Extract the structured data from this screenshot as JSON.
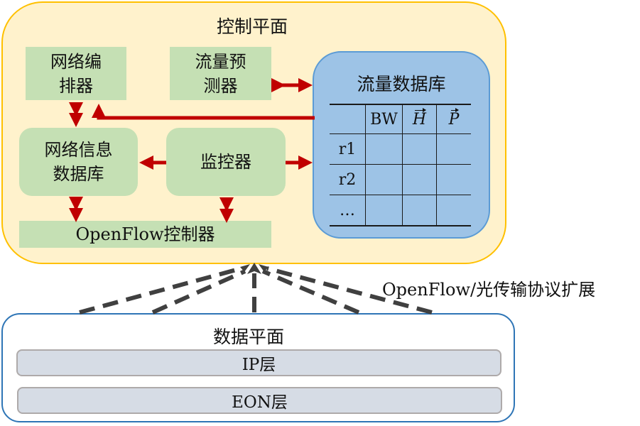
{
  "control_plane": {
    "title": "控制平面",
    "network_orchestrator": {
      "line1": "网络编",
      "line2": "排器"
    },
    "traffic_predictor": {
      "line1": "流量预",
      "line2": "测器"
    },
    "network_info_db": {
      "line1": "网络信息",
      "line2": "数据库"
    },
    "monitor": {
      "label": "监控器"
    },
    "openflow_controller": {
      "label": "OpenFlow控制器"
    },
    "flow_database": {
      "title": "流量数据库",
      "table": {
        "headers": [
          "",
          "BW",
          "H",
          "P"
        ],
        "vector_headers": [
          false,
          false,
          true,
          true
        ],
        "rows": [
          [
            "r1",
            "",
            "",
            ""
          ],
          [
            "r2",
            "",
            "",
            ""
          ],
          [
            "…",
            "",
            "",
            ""
          ]
        ]
      }
    }
  },
  "protocol_label": "OpenFlow/光传输协议扩展",
  "data_plane": {
    "title": "数据平面",
    "layers": [
      "IP层",
      "EON层"
    ]
  },
  "colors": {
    "control_plane_fill": "#fff2cc",
    "control_plane_border": "#ffc000",
    "module_fill": "#c5e0b4",
    "flow_db_fill": "#9dc3e6",
    "flow_db_border": "#5b9bd5",
    "arrow": "#c00000",
    "dashed_link": "#404040",
    "data_plane_border": "#2e75b6",
    "layer_fill": "#d6dce5",
    "layer_border": "#aeaaaa"
  }
}
